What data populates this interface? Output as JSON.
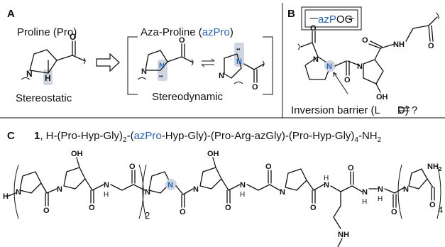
{
  "panels": {
    "A": {
      "letter": "A",
      "proline_title": "Proline (Pro)",
      "stereostatic": "Stereostatic",
      "azapro_title_prefix": "Aza-Proline (",
      "azapro_title_blue": "azPro",
      "azapro_title_suffix": ")",
      "stereodynamic": "Stereodynamic",
      "atom_H": "H",
      "atom_N": "N",
      "atom_O": "O",
      "lone_pair": "••"
    },
    "B": {
      "letter": "B",
      "repeat_blue": "azP",
      "repeat_rest": "OG",
      "atom_N": "N",
      "atom_O": "O",
      "atom_NH": "NH",
      "atom_OH": "OH",
      "inversion": "Inversion barrier (L",
      "inversion_end": "D) ?"
    },
    "C": {
      "letter": "C",
      "compound_number": "1",
      "seq_1": ", H-(Pro-Hyp-Gly)",
      "sub_2": "2",
      "seq_2": "-(",
      "seq_blue": "azPro",
      "seq_3": "-Hyp-Gly)-(Pro-Arg-azGly)-(Pro-Hyp-Gly)",
      "sub_4": "4",
      "seq_4": "-NH",
      "sub_nh2": "2",
      "atom_H": "H",
      "atom_N": "N",
      "atom_O": "O",
      "atom_OH": "OH",
      "atom_NH2": "NH",
      "atom_HN": "HN",
      "atom_H_amide": "H",
      "repeat_2": "2",
      "repeat_4": "4"
    }
  },
  "colors": {
    "accent": "#2a66b0",
    "highlight": "#cfd6e2",
    "text": "#111111"
  }
}
